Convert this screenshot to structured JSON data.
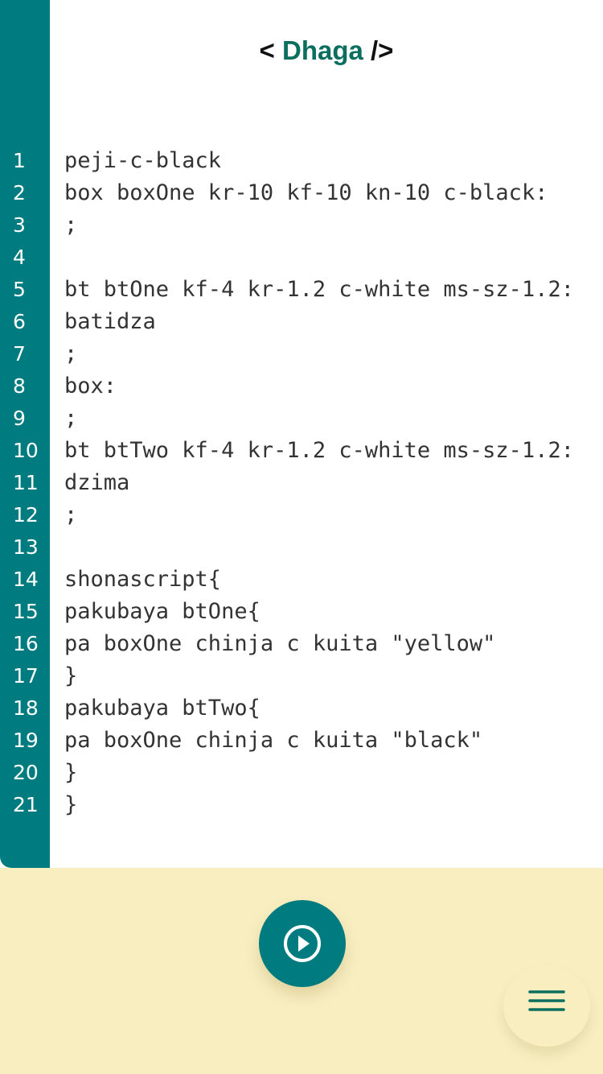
{
  "header": {
    "open": "< ",
    "brand": "Dhaga",
    "close": " />"
  },
  "editor": {
    "lines": [
      "peji-c-black",
      "box boxOne kr-10 kf-10 kn-10 c-black:",
      ";",
      "",
      "bt btOne kf-4 kr-1.2 c-white ms-sz-1.2:",
      "batidza",
      ";",
      "box:",
      ";",
      "bt btTwo kf-4 kr-1.2 c-white ms-sz-1.2:",
      "dzima",
      ";",
      "",
      "shonascript{",
      "pakubaya btOne{",
      "pa boxOne chinja c kuita \"yellow\"",
      "}",
      "pakubaya btTwo{",
      "pa boxOne chinja c kuita \"black\"",
      "}",
      "}"
    ]
  },
  "actions": {
    "run_icon": "play-circle-icon",
    "menu_icon": "hamburger-menu-icon"
  },
  "colors": {
    "accent": "#007b7f",
    "background": "#f8eec0",
    "brand": "#0b6e5e"
  }
}
